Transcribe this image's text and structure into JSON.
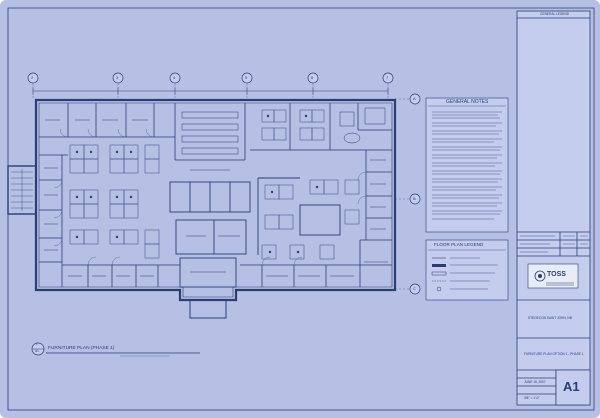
{
  "colors": {
    "sheet_blue": "#b6c0e4",
    "panel_blue": "#c4cdee",
    "line_dark": "#2b3d73",
    "line_mid": "#4a5a92",
    "background": "#ffffff"
  },
  "grid_lines": [
    {
      "label": "2"
    },
    {
      "label": "3"
    },
    {
      "label": "4"
    },
    {
      "label": "5"
    },
    {
      "label": "6"
    },
    {
      "label": "7"
    }
  ],
  "grid_rows": [
    {
      "label": "A"
    },
    {
      "label": "B"
    },
    {
      "label": "C"
    }
  ],
  "general_notes": {
    "title": "GENERAL NOTES"
  },
  "legend": {
    "title": "FLOOR PLAN LEGEND"
  },
  "drawing_title": {
    "number": "1",
    "sheet_ref": "A1",
    "text": "FURNITURE PLAN (PHASE 1)"
  },
  "title_block": {
    "header": "GENERAL LEGEND",
    "logo_text": "TOSS",
    "location": "STEGECON SAINT JOHN, NB",
    "sheet_title": "FURNITURE PLAN OPTION 1 - PHASE 1",
    "date": "JUNE 18, 2007",
    "scale": "3/8\" = 1'-0\"",
    "sheet_number": "A1"
  }
}
